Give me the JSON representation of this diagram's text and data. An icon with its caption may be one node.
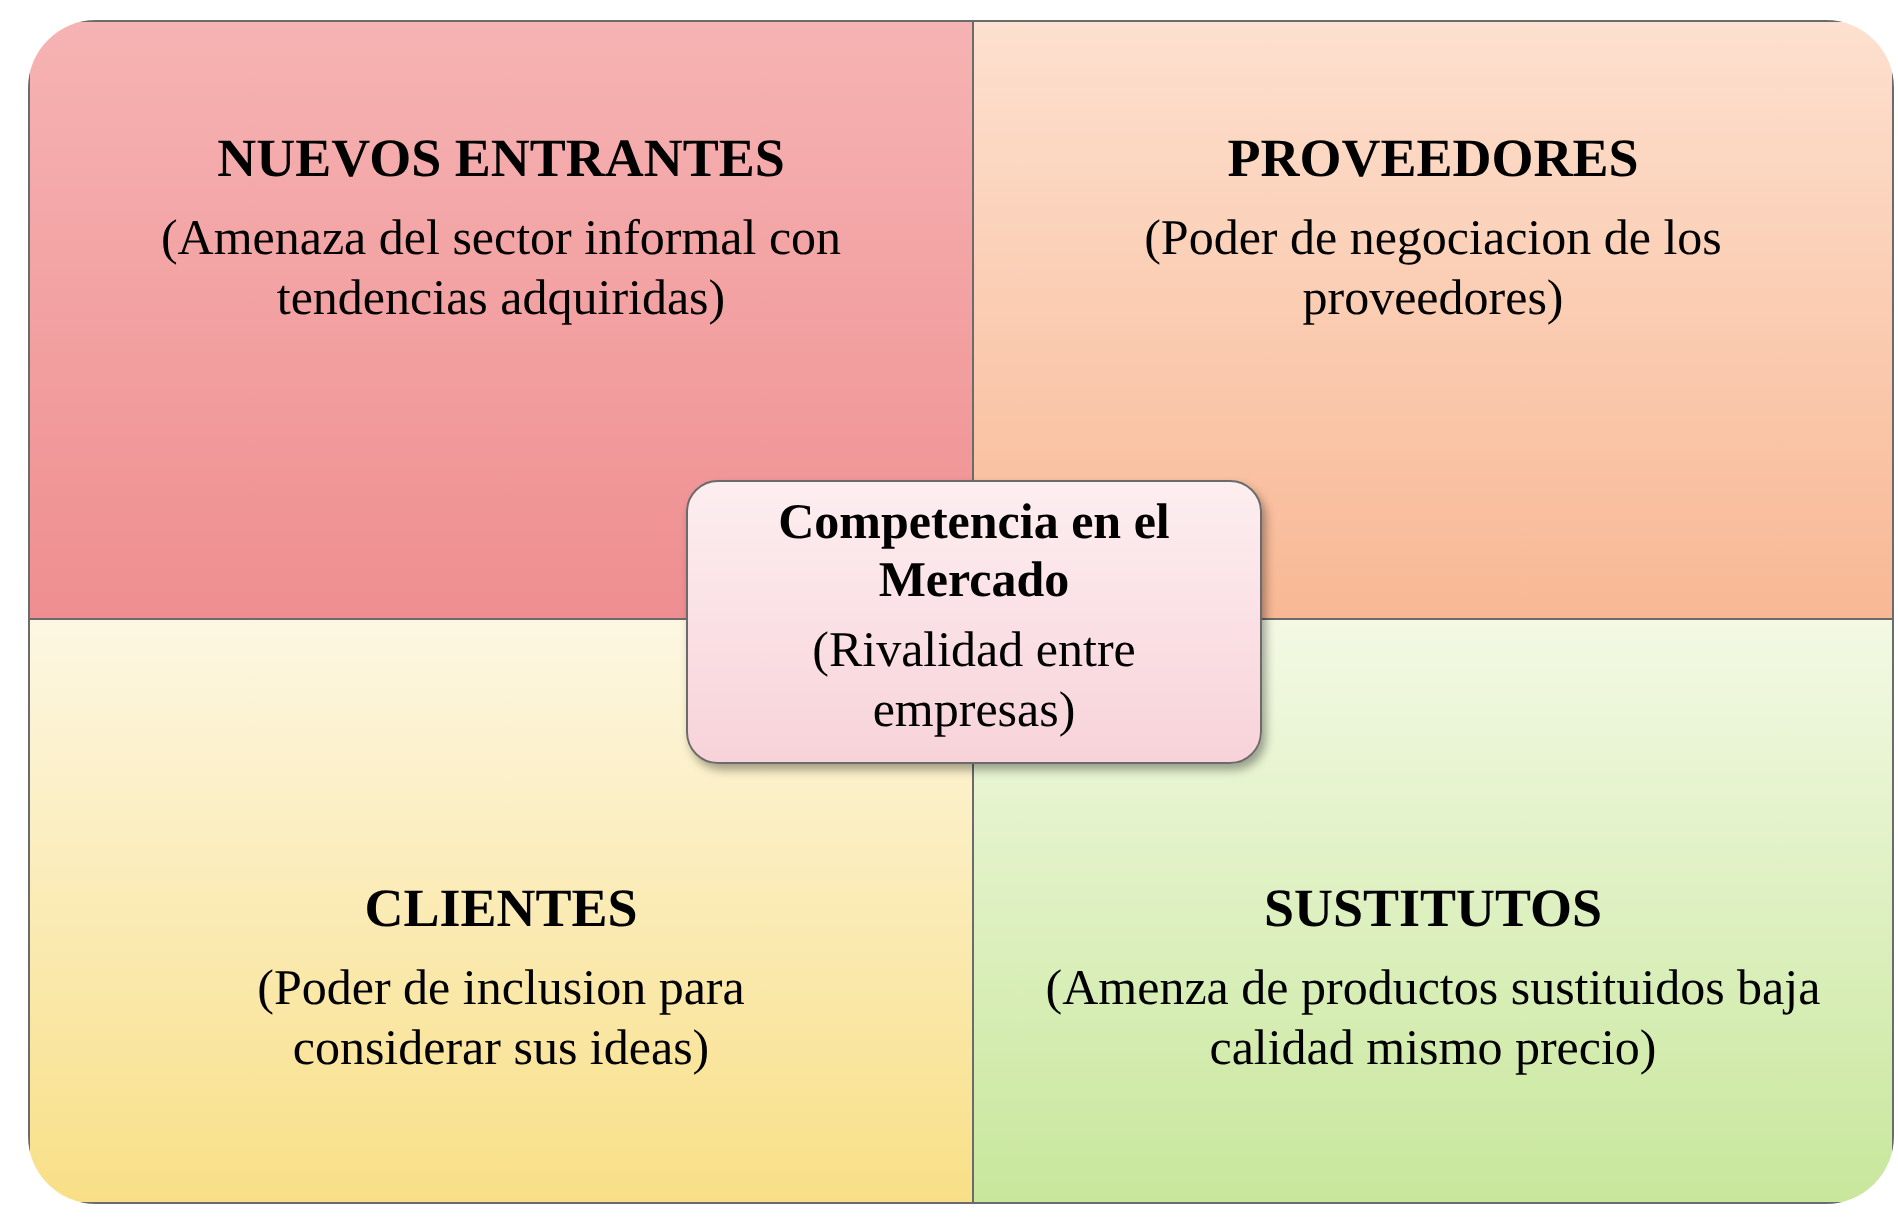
{
  "diagram": {
    "nodes": [
      {
        "text": [
          "NUEVOS ENTRANTES",
          "(Amenaza del sector informal con tendencias adquiridas)"
        ]
      },
      {
        "text": [
          "PROVEEDORES",
          "(Poder de negociacion de los proveedores)"
        ]
      },
      {
        "text": [
          "Competencia en el Mercado",
          "(Rivalidad entre empresas)"
        ]
      },
      {
        "text": [
          "CLIENTES",
          "(Poder de inclusion para considerar sus ideas)"
        ]
      },
      {
        "text": [
          "SUSTITUTOS",
          "(Amenza de productos sustituidos baja calidad mismo precio)"
        ]
      }
    ]
  }
}
